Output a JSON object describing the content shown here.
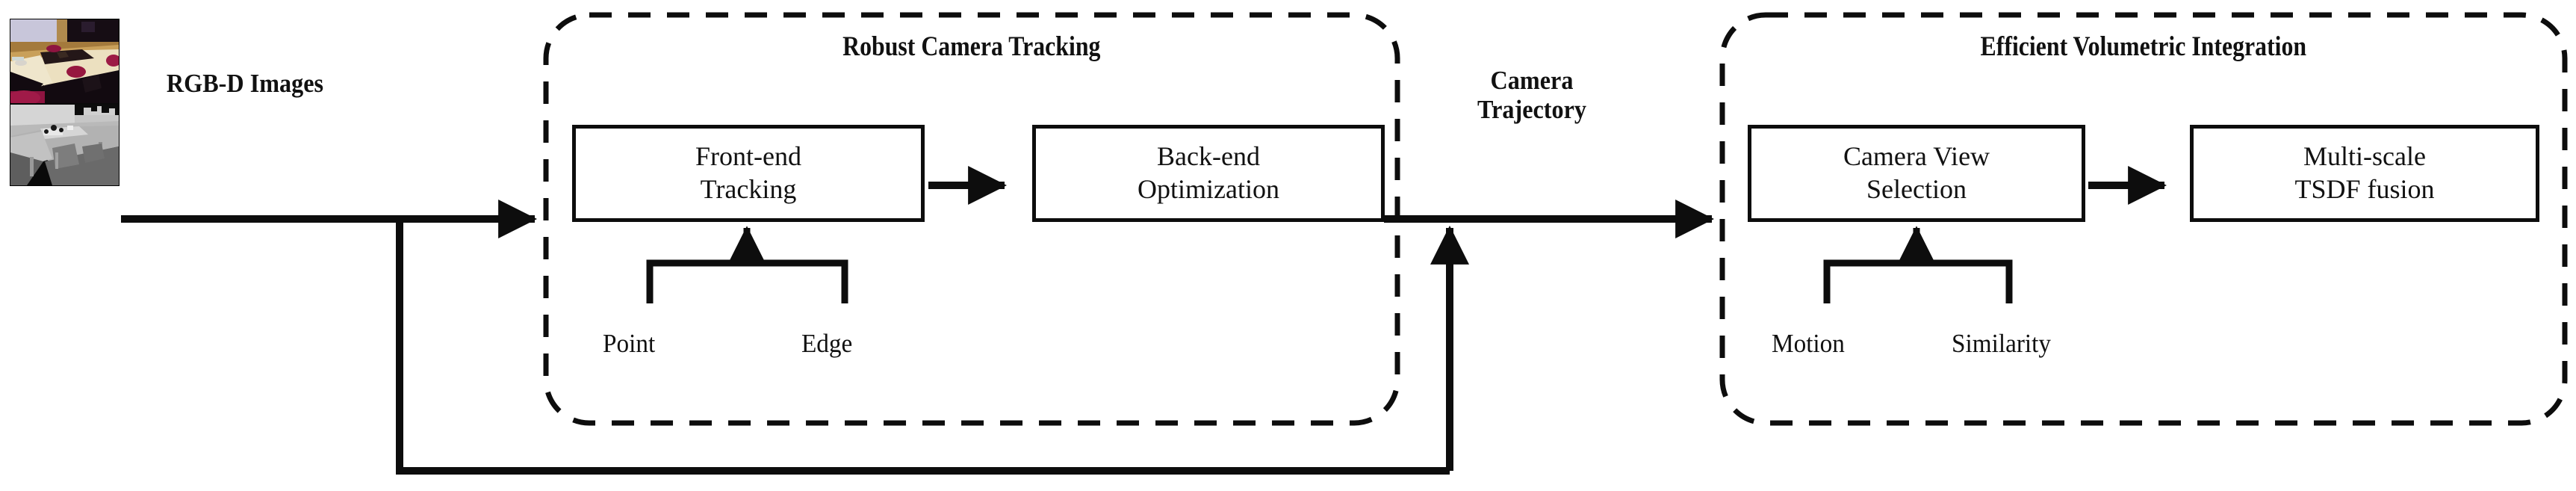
{
  "diagram": {
    "title_hidden": "",
    "inputs": {
      "rgb_image_name": "rgb-color-image-of-meeting-room-table",
      "depth_image_name": "grayscale-depth-image-of-meeting-room-table",
      "flow_label": "RGB-D Images"
    },
    "panels": [
      {
        "id": "robust-camera-tracking",
        "title": "Robust Camera Tracking",
        "boxes": [
          {
            "id": "front-end-tracking",
            "lines": [
              "Front-end",
              "Tracking"
            ]
          },
          {
            "id": "back-end-optimization",
            "lines": [
              "Back-end",
              "Optimization"
            ]
          }
        ],
        "leaves": [
          "Point",
          "Edge"
        ]
      },
      {
        "id": "efficient-volumetric-integration",
        "title": "Efficient Volumetric Integration",
        "boxes": [
          {
            "id": "camera-view-selection",
            "lines": [
              "Camera View",
              "Selection"
            ]
          },
          {
            "id": "multi-scale-tsdf-fusion",
            "lines": [
              "Multi-scale",
              "TSDF fusion"
            ]
          }
        ],
        "leaves": [
          "Motion",
          "Similarity"
        ]
      }
    ],
    "connectors": {
      "middle_flow_label_lines": [
        "Camera",
        "Trajectory"
      ]
    },
    "colors": {
      "stroke": "#0d0d0d",
      "background": "#ffffff",
      "text": "#111111"
    }
  }
}
